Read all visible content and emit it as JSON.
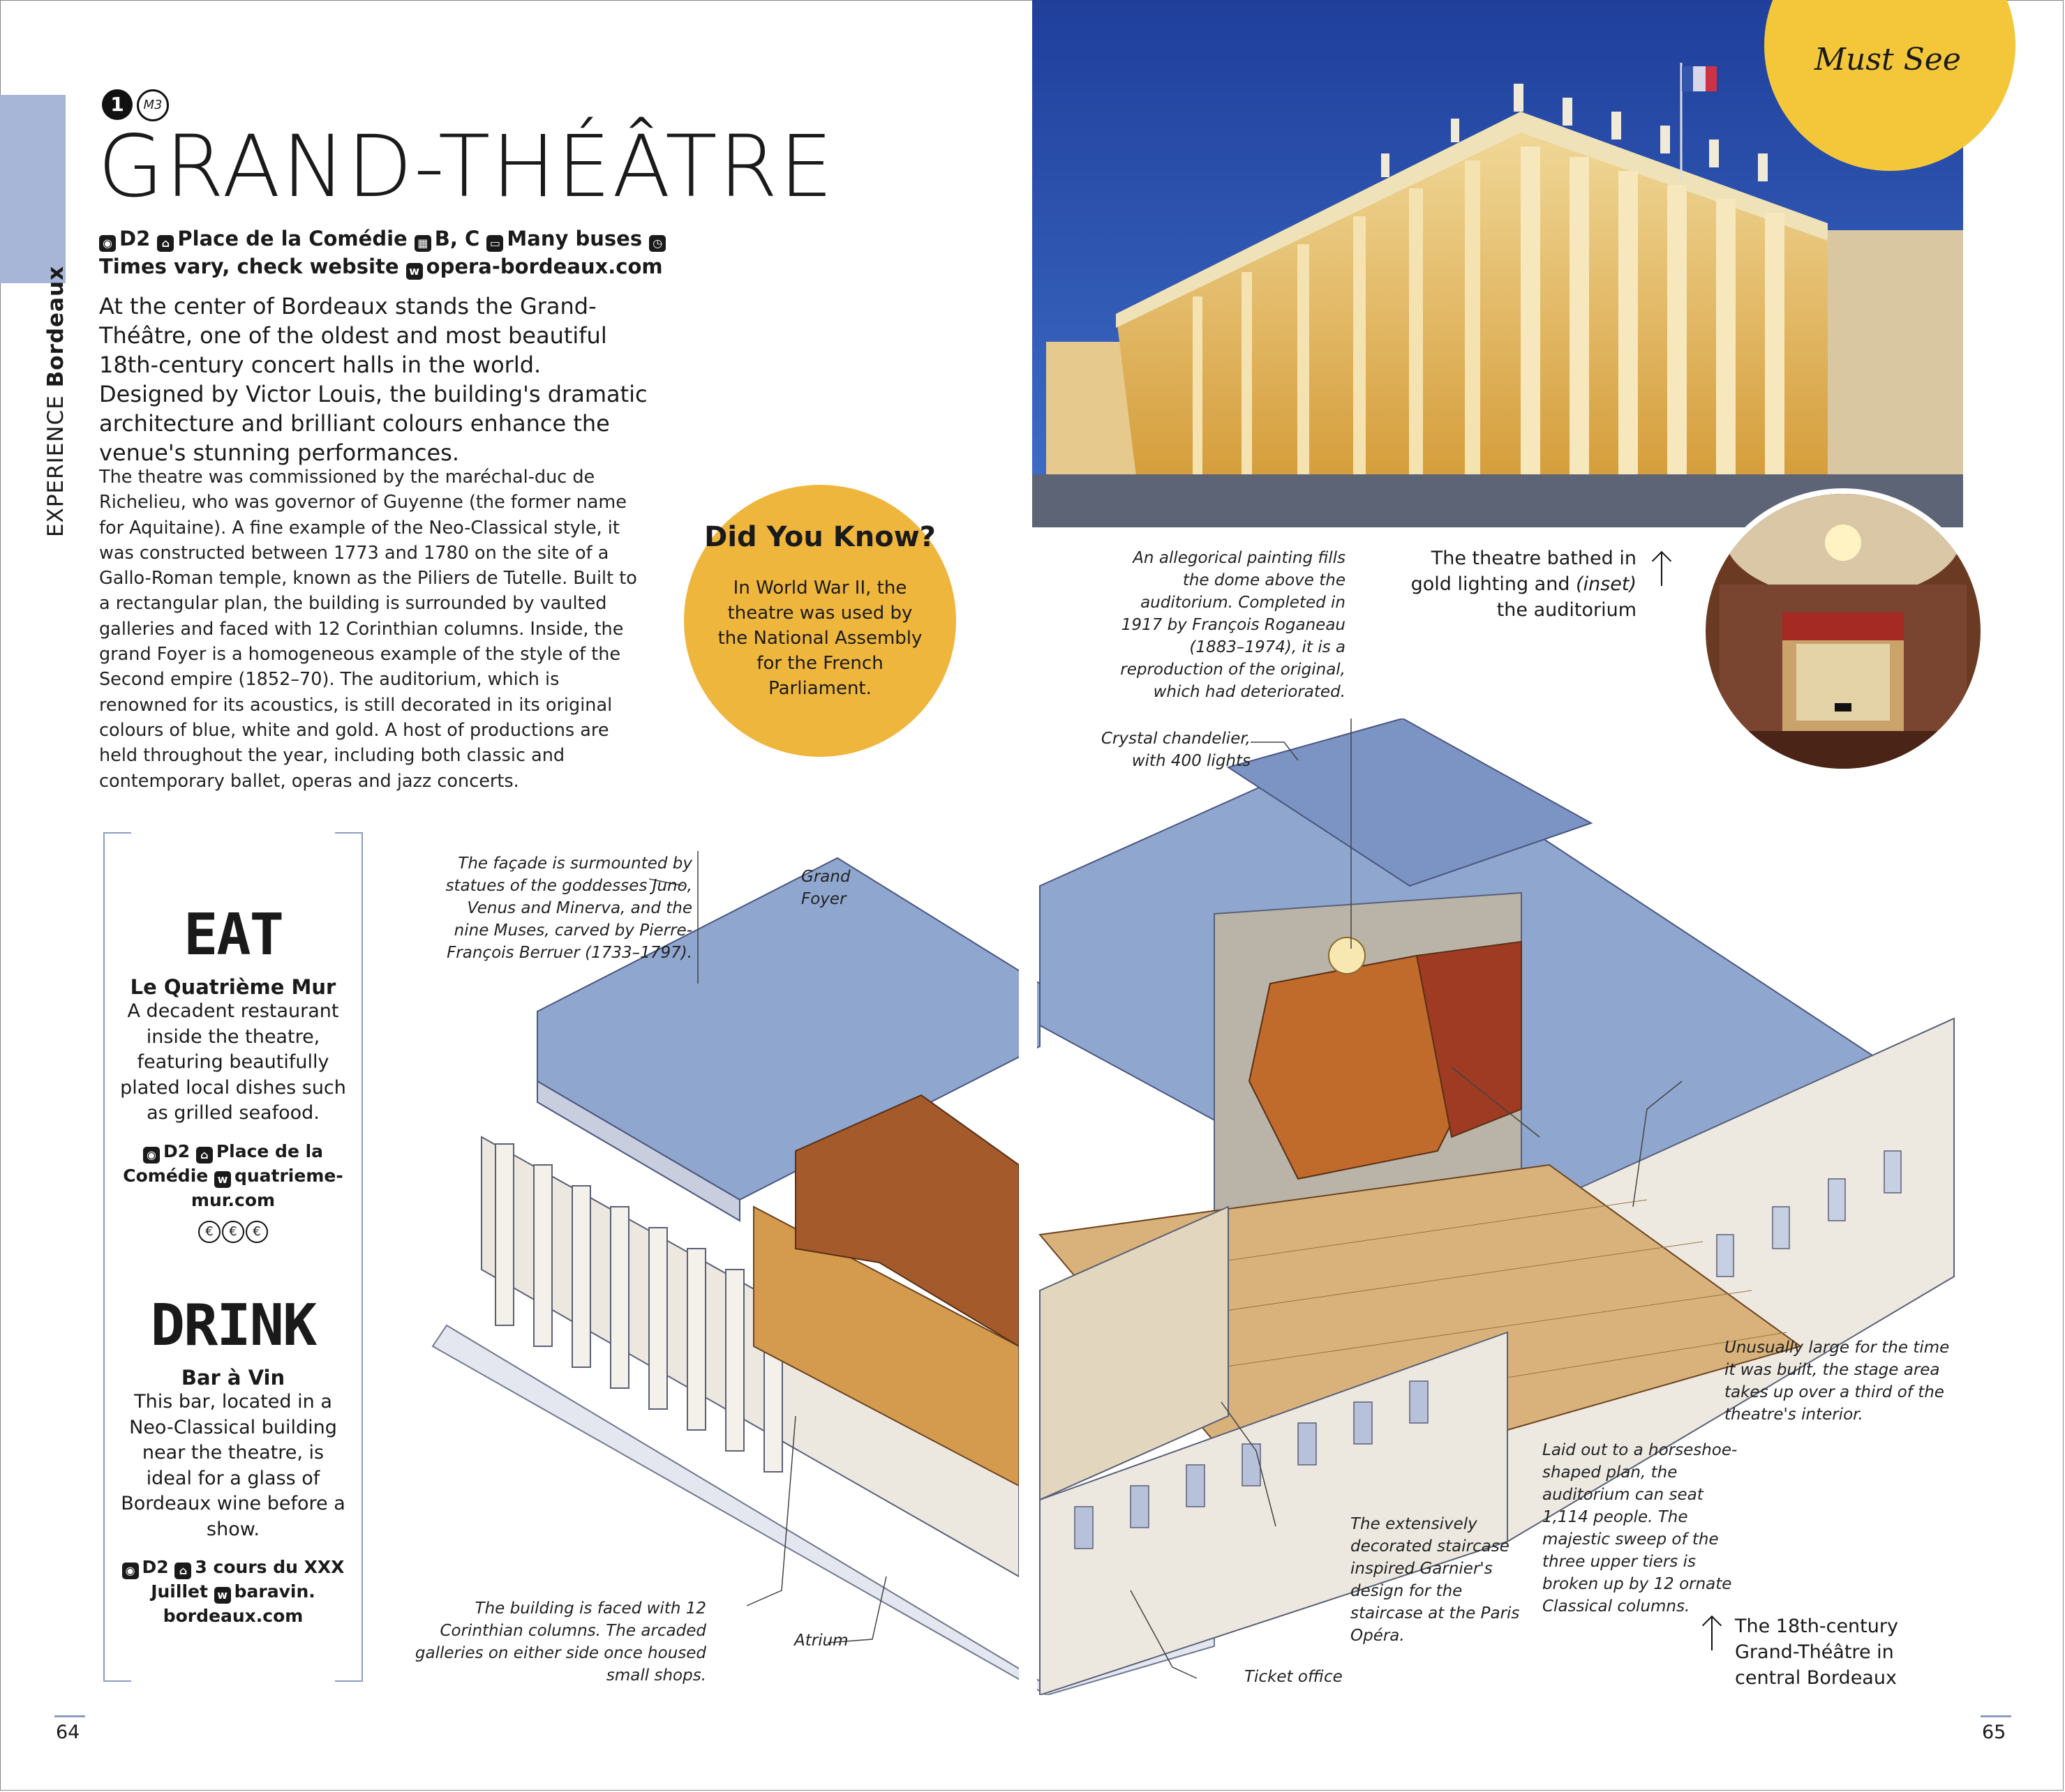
{
  "side": {
    "label_prefix": "EXPERIENCE",
    "label_section": "Bordeaux"
  },
  "heading": {
    "number": "1",
    "badge": "M3",
    "title": "GRAND-THÉÂTRE"
  },
  "info": {
    "grid_ref": "D2",
    "address": "Place de la Comédie",
    "tram": "B, C",
    "bus": "Many buses",
    "hours": "Times vary, check website",
    "web": "opera-bordeaux.com"
  },
  "lead": "At the center of Bordeaux stands the Grand-Théâtre, one of the oldest and most beautiful 18th-century concert halls in the world. Designed by Victor Louis, the building's dramatic architecture and brilliant colours enhance the venue's stunning performances.",
  "body": "The theatre was commissioned by the maréchal-duc de Richelieu, who was governor of Guyenne (the former name for Aquitaine). A fine example of the Neo-Classical style, it was constructed between 1773 and 1780 on the site of a Gallo-Roman temple, known as the Piliers de Tutelle. Built to a rectangular plan, the building is surrounded by vaulted galleries and faced with 12 Corinthian columns. Inside, the grand Foyer is a homogeneous example of the style of the Second empire (1852–70). The auditorium, which is renowned for its acoustics, is still decorated in its original colours of blue, white and gold. A host of productions are held throughout the year, including both classic and contemporary ballet, operas and jazz concerts.",
  "did_you_know": {
    "title": "Did You Know?",
    "text": "In World War II, the theatre was used by the National Assembly for the French Parliament."
  },
  "eat": {
    "heading": "EAT",
    "name": "Le Quatrième Mur",
    "desc": "A decadent restaurant inside the theatre, featuring beautifully plated local dishes such as grilled seafood.",
    "grid": "D2",
    "address": "Place de la Comédie",
    "web": "quatrieme-mur.com",
    "price": "€€€"
  },
  "drink": {
    "heading": "DRINK",
    "name": "Bar à Vin",
    "desc": "This bar, located in a Neo-Classical building near the theatre, is ideal for a glass of Bordeaux wine before a show.",
    "grid": "D2",
    "address": "3 cours du XXX Juillet",
    "web": "baravin. bordeaux.com"
  },
  "must_see": "Must See",
  "photo_caption": {
    "pre": "The theatre bathed in gold lighting and ",
    "italic": "(inset)",
    "post": " the auditorium"
  },
  "callouts": {
    "painting": "An allegorical painting fills the dome above the auditorium. Completed in 1917 by François Roganeau (1883–1974), it is a reproduction of the original, which had deteriorated.",
    "chandelier": "Crystal chandelier, with 400 lights",
    "facade": "The façade is surmounted by statues of the goddesses Juno, Venus and Minerva, and the nine Muses, carved by Pierre-François Berruer (1733–1797).",
    "foyer": "Grand Foyer",
    "stage": "Unusually large for the time it was built, the stage area takes up over a third of the theatre's interior.",
    "auditorium": "Laid out to a horseshoe-shaped plan, the auditorium can seat 1,114 people. The majestic sweep of the three upper tiers is broken up by 12 ornate Classical columns.",
    "staircase": "The extensively decorated staircase inspired Garnier's design for the staircase at the Paris Opéra.",
    "columns": "The building is faced with 12 Corinthian columns. The arcaded galleries on either side once housed small shops.",
    "atrium": "Atrium",
    "ticket": "Ticket office"
  },
  "bottom_caption": "The 18th-century Grand-Théâtre in central Bordeaux",
  "pages": {
    "left": "64",
    "right": "65"
  },
  "colors": {
    "accent_blue": "#a7b6d6",
    "accent_yellow": "#efb63d",
    "must_see_yellow": "#f4c73a"
  }
}
